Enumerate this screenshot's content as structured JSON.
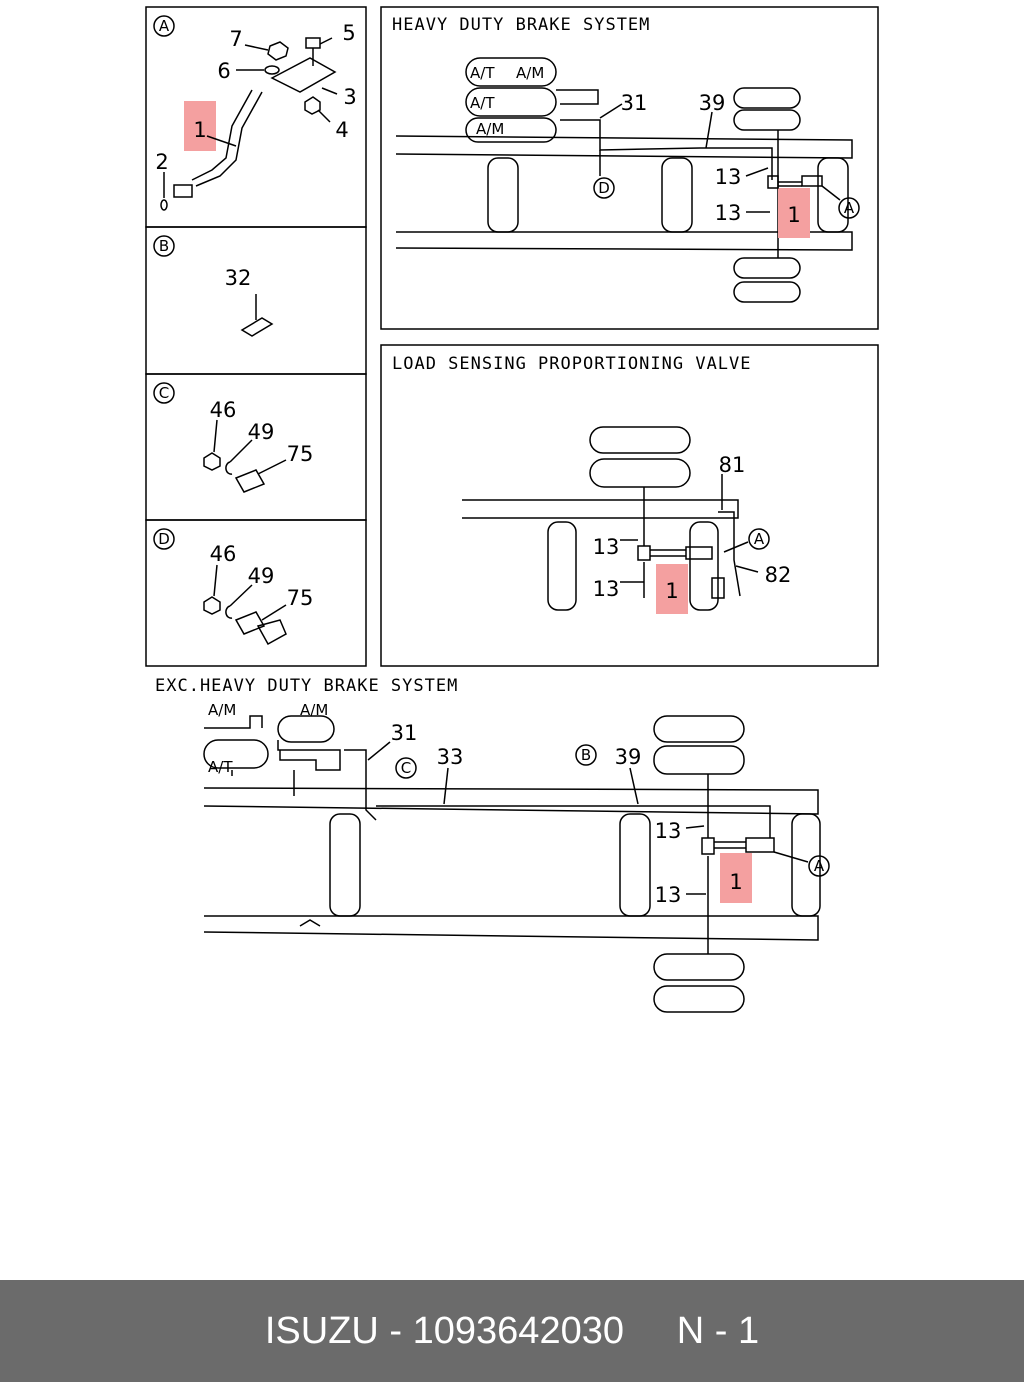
{
  "panels": {
    "a": {
      "badge": "A",
      "labels": [
        "7",
        "5",
        "6",
        "3",
        "1",
        "4",
        "2"
      ]
    },
    "b": {
      "badge": "B",
      "labels": [
        "32"
      ]
    },
    "c": {
      "badge": "C",
      "labels": [
        "46",
        "49",
        "75"
      ]
    },
    "d": {
      "badge": "D",
      "labels": [
        "46",
        "49",
        "75"
      ]
    }
  },
  "heavy_duty": {
    "title": "HEAVY DUTY BRAKE SYSTEM",
    "tank_labels": [
      "A/T",
      "A/M",
      "A/T",
      "A/M"
    ],
    "callouts": [
      "31",
      "39",
      "13",
      "13",
      "1",
      "D",
      "A"
    ]
  },
  "lspv": {
    "title": "LOAD SENSING PROPORTIONING VALVE",
    "callouts": [
      "81",
      "13",
      "13",
      "1",
      "A",
      "82"
    ]
  },
  "exc": {
    "title": "EXC.HEAVY DUTY BRAKE SYSTEM",
    "tank_labels": [
      "A/M",
      "A/M",
      "A/T"
    ],
    "callouts": [
      "31",
      "C",
      "33",
      "B",
      "39",
      "13",
      "13",
      "1",
      "A"
    ]
  },
  "footer": {
    "brand": "ISUZU",
    "part_number": "1093642030",
    "page": "N - 1"
  },
  "colors": {
    "highlight": "#f4a0a0",
    "footer_bg": "#6b6b6b"
  }
}
